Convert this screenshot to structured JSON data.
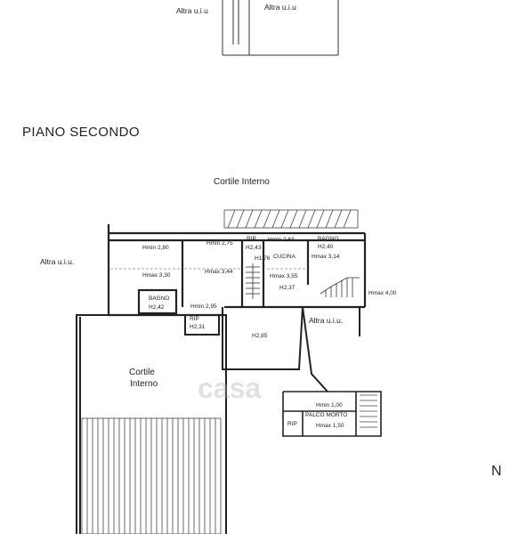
{
  "top_labels": {
    "left": "Altra u.i.u",
    "right": "Altra u.i.u"
  },
  "floor_title": "PIANO SECONDO",
  "courtyard_top": "Cortile Interno",
  "left_neighbor": "Altra u.i.u.",
  "right_neighbor": "Altra u.i.u.",
  "courtyard_inner": {
    "line1": "Cortile",
    "line2": "Interno"
  },
  "rooms": {
    "room_left": {
      "hmin": "Hmin 2,80",
      "hmax": "Hmax 3,30"
    },
    "room_mid": {
      "hmin": "Hmin 2,75",
      "hmax": "Hmax 3,44",
      "hbottom": "Hmin 2,95"
    },
    "rip_top": {
      "name": "RIP",
      "h": "H2,43"
    },
    "stair_h": "H1,76",
    "cucina": {
      "hmin": "Hmin 2,63",
      "name": "CUCINA",
      "hmax": "Hmax 3,55",
      "h": "H2,37"
    },
    "bagno_top": {
      "name": "BAGNO",
      "h": "H2,40",
      "hmax": "Hmax 3,14"
    },
    "hmax_right": "Hmax 4,00",
    "bagno_small": {
      "name": "BAGNO",
      "h": "H2,42"
    },
    "rip_small": {
      "name": "RIP",
      "h": "H2,31"
    },
    "h285": "H2,85",
    "palco": {
      "hmin": "Hmin 1,00",
      "name": "PALCO MORTO",
      "hmax": "Hmax 1,50",
      "rip": "RIP"
    }
  },
  "north": "N",
  "watermark": "casa"
}
